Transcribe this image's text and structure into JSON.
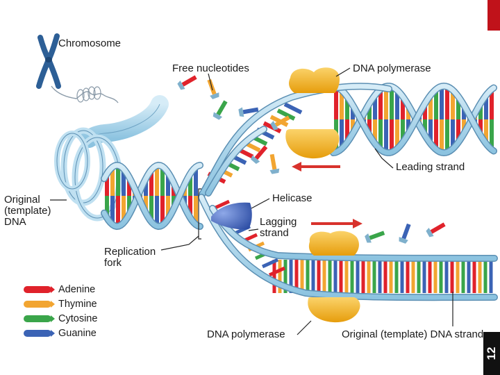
{
  "labels": {
    "chromosome": "Chromosome",
    "free_nucleotides": "Free nucleotides",
    "dna_polymerase_top": "DNA polymerase",
    "leading_strand": "Leading strand",
    "original_template_left": [
      "Original",
      "(template)",
      "DNA"
    ],
    "helicase": "Helicase",
    "lagging_strand": [
      "Lagging",
      "strand"
    ],
    "replication_fork": [
      "Replication",
      "fork"
    ],
    "dna_polymerase_bottom": "DNA polymerase",
    "original_template_bottom": "Original (template) DNA strand"
  },
  "legend": [
    {
      "name": "Adenine",
      "color": "#e0222b"
    },
    {
      "name": "Thymine",
      "color": "#f2a531"
    },
    {
      "name": "Cytosine",
      "color": "#3aa54a"
    },
    {
      "name": "Guanine",
      "color": "#3b63b5"
    }
  ],
  "page_number": "12",
  "colors": {
    "backbone": "#a8d4ea",
    "backbone_edge": "#5b8fb3",
    "polymerase": "#f3b51a",
    "helicase": "#4f6fc0",
    "arrow": "#d8322c",
    "chromosome": "#2d5f96",
    "accent_bar": "#c0121a"
  }
}
